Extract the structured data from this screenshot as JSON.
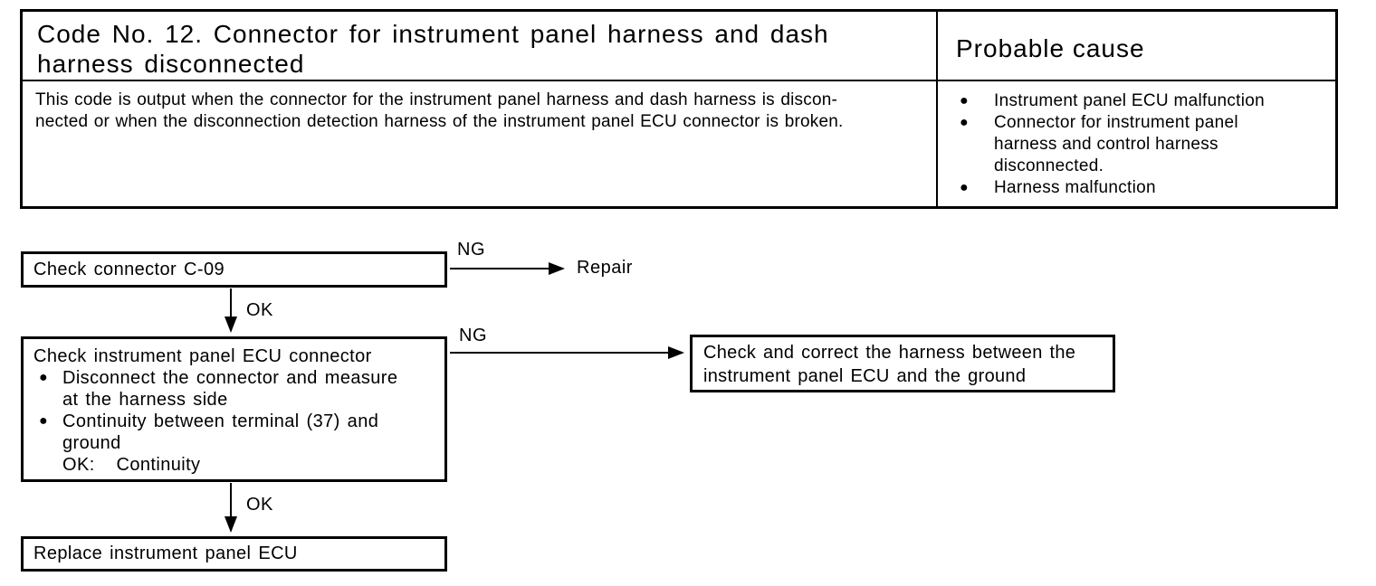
{
  "page": {
    "background": "#ffffff",
    "ink": "#000000"
  },
  "glyphs": {
    "bullet": "●"
  },
  "header_table": {
    "code_title": "Code No. 12. Connector for instrument panel harness and dash\nharness disconnected",
    "probable_cause_title": "Probable cause",
    "description": "This code is output when the connector for the instrument panel harness and dash harness is discon-\nnected or when the disconnection detection harness of the instrument panel ECU connector is broken.",
    "causes": [
      "Instrument panel ECU malfunction",
      "Connector for instrument panel\nharness and control harness\ndisconnected.",
      "Harness malfunction"
    ]
  },
  "flowchart": {
    "labels": {
      "ng": "NG",
      "ok": "OK"
    },
    "step1_title": "Check connector C-09",
    "repair_action": "Repair",
    "step2_title": "Check instrument panel ECU connector",
    "step2_bullet1": "Disconnect the connector and measure\nat the harness side",
    "step2_bullet2": "Continuity between terminal (37) and\nground\nOK:   Continuity",
    "ng_action": "Check and correct the harness between the\ninstrument panel ECU and the ground",
    "step3_title": "Replace instrument panel ECU"
  }
}
